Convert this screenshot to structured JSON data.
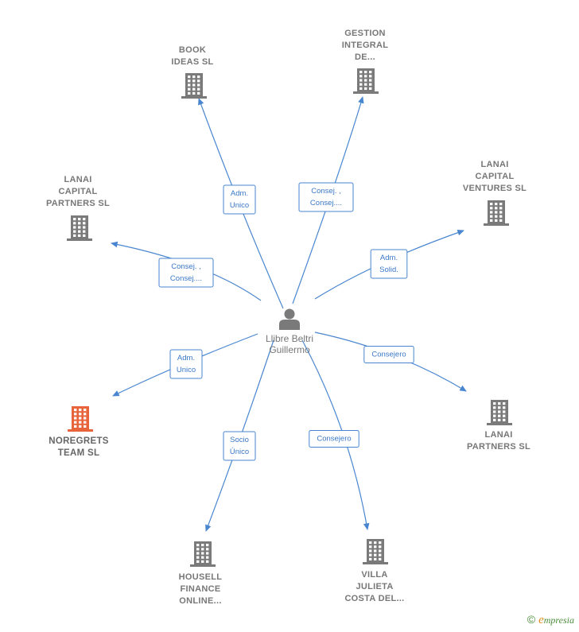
{
  "center": {
    "name_lines": [
      "Llibre Beltri",
      "Guillermo"
    ]
  },
  "companies": [
    {
      "id": "book-ideas",
      "lines": [
        "BOOK",
        "IDEAS SL"
      ],
      "highlight": false
    },
    {
      "id": "gestion-integral",
      "lines": [
        "GESTION",
        "INTEGRAL",
        "DE..."
      ],
      "highlight": false
    },
    {
      "id": "lanai-capital-ventures",
      "lines": [
        "LANAI",
        "CAPITAL",
        "VENTURES  SL"
      ],
      "highlight": false
    },
    {
      "id": "lanai-capital-partners",
      "lines": [
        "LANAI",
        "CAPITAL",
        "PARTNERS  SL"
      ],
      "highlight": false
    },
    {
      "id": "lanai-partners",
      "lines": [
        "LANAI",
        "PARTNERS  SL"
      ],
      "highlight": false
    },
    {
      "id": "noregrets-team",
      "lines": [
        "NOREGRETS",
        "TEAM  SL"
      ],
      "highlight": true
    },
    {
      "id": "housell-finance",
      "lines": [
        "HOUSELL",
        "FINANCE",
        "ONLINE..."
      ],
      "highlight": false
    },
    {
      "id": "villa-julieta",
      "lines": [
        "VILLA",
        "JULIETA",
        "COSTA DEL..."
      ],
      "highlight": false
    }
  ],
  "relations": [
    {
      "target": "book-ideas",
      "lines": [
        "Adm.",
        "Unico"
      ]
    },
    {
      "target": "gestion-integral",
      "lines": [
        "Consej. ,",
        "Consej...."
      ]
    },
    {
      "target": "lanai-capital-ventures",
      "lines": [
        "Adm.",
        "Solid."
      ]
    },
    {
      "target": "lanai-capital-partners",
      "lines": [
        "Consej. ,",
        "Consej...."
      ]
    },
    {
      "target": "lanai-partners",
      "lines": [
        "Consejero"
      ]
    },
    {
      "target": "noregrets-team",
      "lines": [
        "Adm.",
        "Unico"
      ]
    },
    {
      "target": "housell-finance",
      "lines": [
        "Socio",
        "Único"
      ]
    },
    {
      "target": "villa-julieta",
      "lines": [
        "Consejero"
      ]
    }
  ],
  "colors": {
    "edge": "#4a86d0",
    "building": "#7a7a7a",
    "building_highlight": "#e8643a",
    "person": "#7a7a7a"
  },
  "icons": {
    "center": "person-icon",
    "company": "building-icon"
  },
  "brand": {
    "copyright": "©",
    "name": "mpresia",
    "initial": "e"
  }
}
